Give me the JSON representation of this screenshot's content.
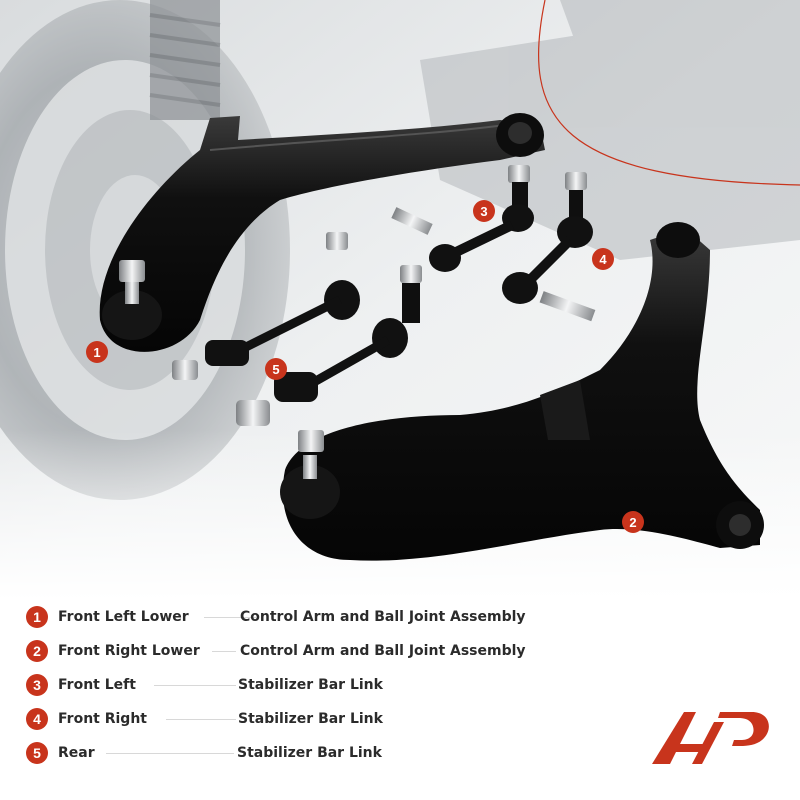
{
  "callouts": [
    "1",
    "2",
    "3",
    "4",
    "5"
  ],
  "legend": [
    {
      "num": "1",
      "position": "Front Left Lower",
      "part": "Control Arm and Ball Joint Assembly"
    },
    {
      "num": "2",
      "position": "Front Right Lower",
      "part": "Control Arm and Ball Joint Assembly"
    },
    {
      "num": "3",
      "position": "Front Left",
      "part": "Stabilizer Bar Link"
    },
    {
      "num": "4",
      "position": "Front Right",
      "part": "Stabilizer Bar Link"
    },
    {
      "num": "5",
      "position": "Rear",
      "part": "Stabilizer Bar Link"
    }
  ],
  "colors": {
    "accent": "#c8341c",
    "part": "#111111",
    "background": "#e6e8ea"
  },
  "logo": {
    "icon": "a-premium-brand-logo"
  }
}
